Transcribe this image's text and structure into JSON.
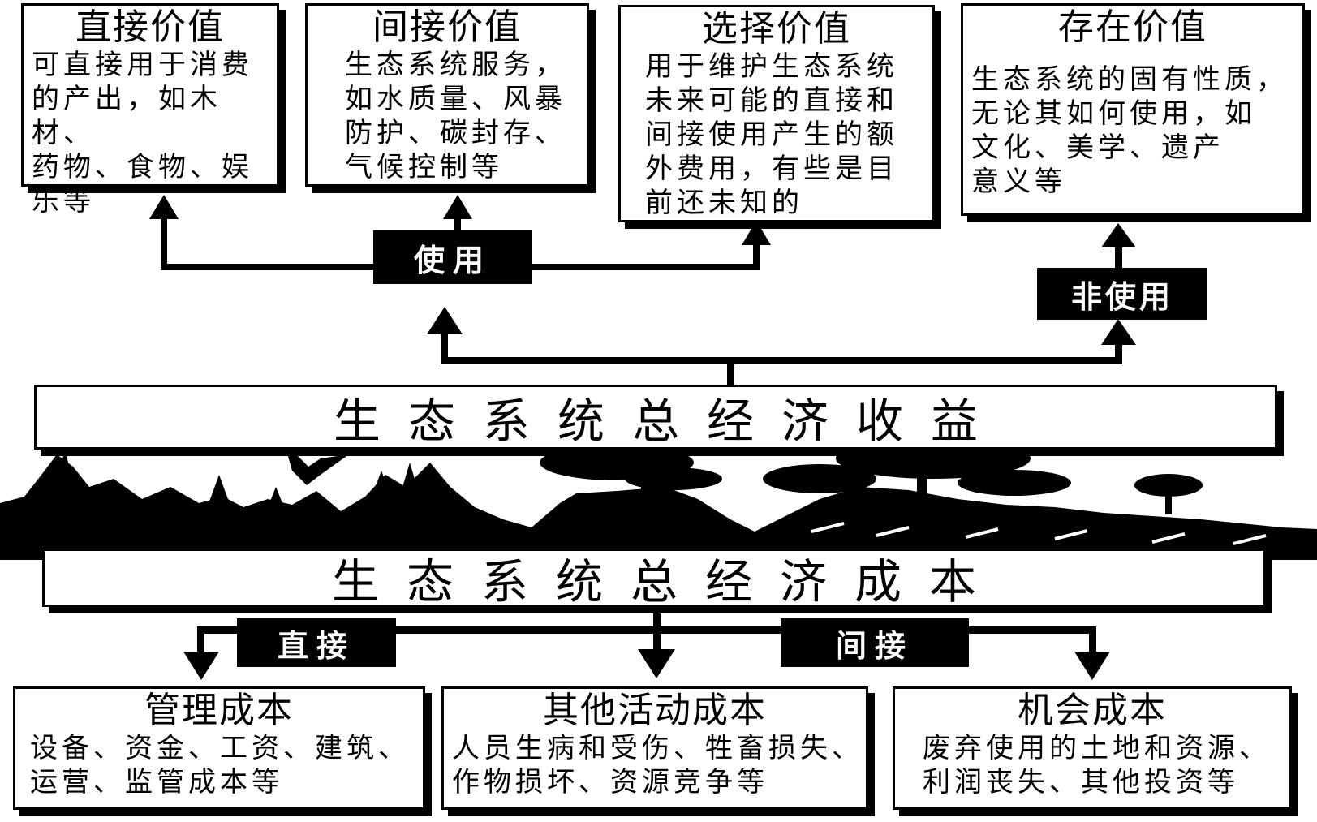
{
  "benefits": [
    {
      "title": "直接价值",
      "desc": "可直接用于消费\n的产出，如木材、\n药物、食物、娱\n乐等"
    },
    {
      "title": "间接价值",
      "desc": "生态系统服务，\n如水质量、风暴\n防护、碳封存、\n气候控制等"
    },
    {
      "title": "选择价值",
      "desc": "用于维护生态系统\n未来可能的直接和\n间接使用产生的额\n外费用，有些是目\n前还未知的"
    },
    {
      "title": "存在价值",
      "desc": "生态系统的固有性质，\n无论其如何使用，如\n文化、美学、遗产\n意义等"
    }
  ],
  "use_label": "使用",
  "non_use_label": "非使用",
  "total_benefit": "生态系统总经济收益",
  "total_cost": "生态系统总经济成本",
  "direct_label": "直接",
  "indirect_label": "间接",
  "costs": [
    {
      "title": "管理成本",
      "desc": "设备、资金、工资、建筑、\n运营、监管成本等"
    },
    {
      "title": "其他活动成本",
      "desc": "人员生病和受伤、牲畜损失、\n作物损坏、资源竞争等"
    },
    {
      "title": "机会成本",
      "desc": "废弃使用的土地和资源、\n利润丧失、其他投资等"
    }
  ]
}
